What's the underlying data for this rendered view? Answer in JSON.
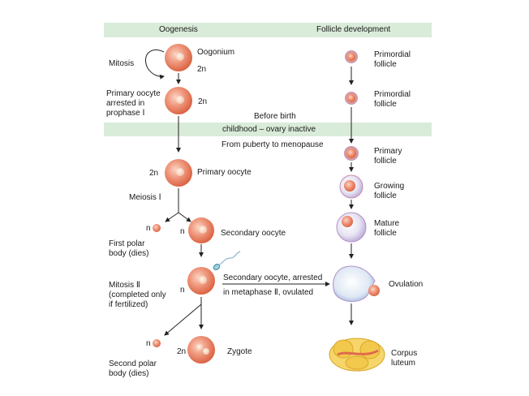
{
  "headers": {
    "left": "Oogenesis",
    "right": "Follicle development"
  },
  "band_labels": {
    "before_birth": "Before birth",
    "childhood": "childhood – ovary inactive",
    "puberty": "From puberty to menopause"
  },
  "oogenesis": {
    "mitosis": "Mitosis",
    "oogonium": "Oogonium",
    "oogonium_ploidy": "2n",
    "primary_arrested_l1": "Primary oocyte",
    "primary_arrested_l2": "arrested in",
    "primary_arrested_l3": "prophase Ⅰ",
    "primary_arrested_ploidy": "2n",
    "primary_ploidy": "2n",
    "primary_oocyte": "Primary oocyte",
    "meiosis1": "Meiosis Ⅰ",
    "polar1_ploidy": "n",
    "secondary_ploidy": "n",
    "secondary_oocyte": "Secondary oocyte",
    "first_polar_l1": "First polar",
    "first_polar_l2": "body (dies)",
    "mitosis2_l1": "Mitosis Ⅱ",
    "mitosis2_l2": "(completed only",
    "mitosis2_l3": "if fertilized)",
    "arrested_ploidy": "n",
    "arrested_l1": "Secondary oocyte, arrested",
    "arrested_l2": "in metaphase Ⅱ, ovulated",
    "polar2_ploidy": "n",
    "zygote_ploidy": "2n",
    "zygote": "Zygote",
    "second_polar_l1": "Second polar",
    "second_polar_l2": "body (dies)"
  },
  "follicle": {
    "primordial1_l1": "Primordial",
    "primordial1_l2": "follicle",
    "primordial2_l1": "Primordial",
    "primordial2_l2": "follicle",
    "primary_l1": "Primary",
    "primary_l2": "follicle",
    "growing_l1": "Growing",
    "growing_l2": "follicle",
    "mature_l1": "Mature",
    "mature_l2": "follicle",
    "ovulation": "Ovulation",
    "corpus_l1": "Corpus",
    "corpus_l2": "luteum"
  },
  "colors": {
    "band": "#d9ebd9",
    "cell": "#e8826a",
    "arrow": "#222222",
    "corpus": "#f2c94c"
  }
}
